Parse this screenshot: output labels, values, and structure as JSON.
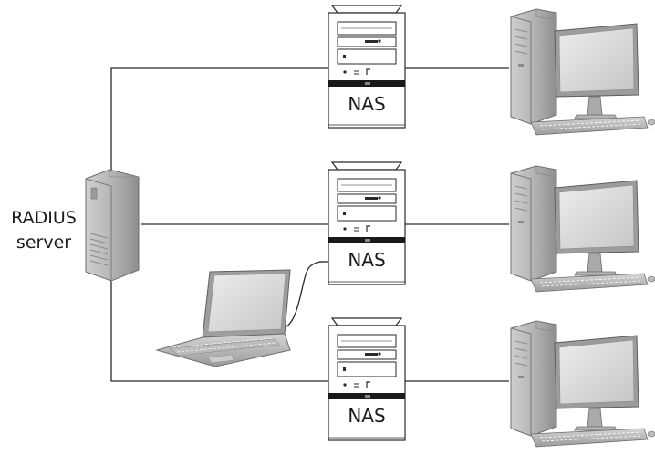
{
  "radius_server": {
    "line1": "RADIUS",
    "line2": "server"
  },
  "nas_units": [
    {
      "label": "NAS"
    },
    {
      "label": "NAS"
    },
    {
      "label": "NAS"
    }
  ],
  "colors": {
    "line": "#2a2a2a",
    "device_light": "#dcdcdc",
    "device_mid": "#b9b9b9",
    "device_dark": "#7a7a7a",
    "nas_body": "#ffffff",
    "nas_bar": "#1a1a1a",
    "screen": "#d9d9d9"
  },
  "icons": [
    "radius-server-tower",
    "nas-tower",
    "desktop-computer",
    "laptop"
  ]
}
